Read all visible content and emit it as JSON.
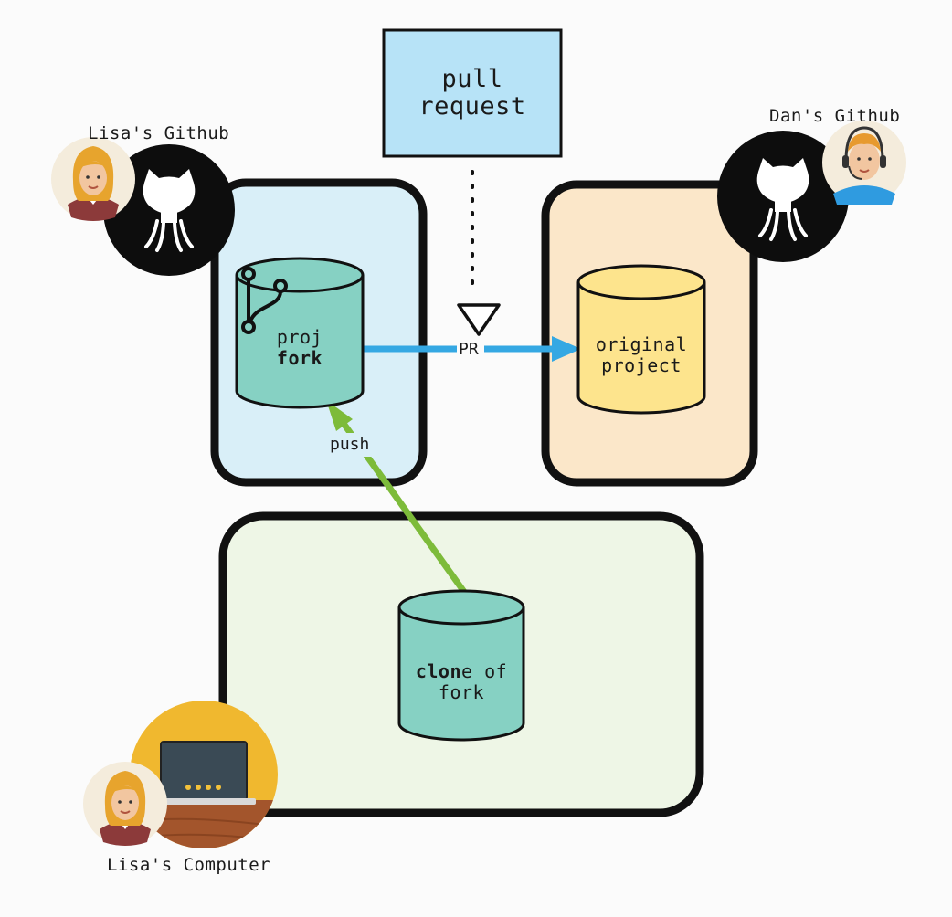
{
  "pull_request_box": {
    "line1": "pull",
    "line2": "request"
  },
  "lisa_github": {
    "label": "Lisa's Github"
  },
  "dan_github": {
    "label": "Dan's Github"
  },
  "lisa_computer": {
    "label": "Lisa's Computer"
  },
  "fork_repo": {
    "line1": "proj",
    "line2": "fork"
  },
  "original_repo": {
    "line1": "original",
    "line2": "project"
  },
  "clone_repo": {
    "bold": "clon",
    "rest1": "e of",
    "line2": "fork"
  },
  "arrows": {
    "pr_label": "PR",
    "push_label": "push"
  },
  "colors": {
    "fork_panel": "#d9eff8",
    "original_panel": "#fbe7c9",
    "computer_panel": "#eef6e6",
    "teal_cylinder": "#86d1c3",
    "yellow_cylinder": "#fde48d",
    "pull_request_box": "#b7e3f7",
    "pr_arrow": "#35a8e3",
    "push_arrow": "#7dbb3a"
  },
  "icons": [
    "github-octocat-icon",
    "git-branch-icon",
    "laptop-icon",
    "avatar-lisa",
    "avatar-dan-headset"
  ]
}
